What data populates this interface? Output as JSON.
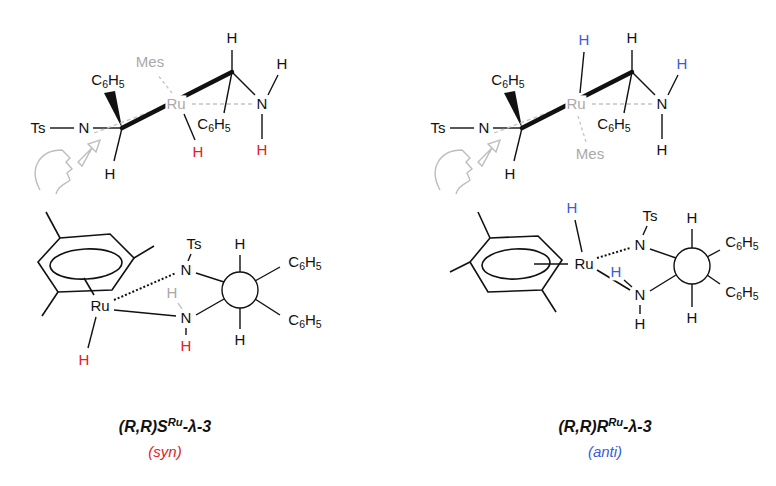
{
  "diagram": {
    "labels": [
      "Ts",
      "N",
      "C6H5",
      "Mes",
      "Ru",
      "H",
      "C6H5",
      "N",
      "H",
      "H",
      "H",
      "H",
      "Ts",
      "N",
      "C6H5",
      "H",
      "Ru",
      "H",
      "C6H5",
      "N",
      "H",
      "Mes",
      "H",
      "H",
      "Ru",
      "Ts",
      "N",
      "H",
      "N",
      "H",
      "H",
      "H",
      "C6H5",
      "C6H5",
      "H",
      "(R,R)SRu-λ-3",
      "(syn)",
      "H",
      "Ru",
      "Ts",
      "N",
      "H",
      "N",
      "H",
      "H",
      "C6H5",
      "C6H5",
      "H",
      "(R,R)RRu-λ-3",
      "(anti)"
    ]
  }
}
